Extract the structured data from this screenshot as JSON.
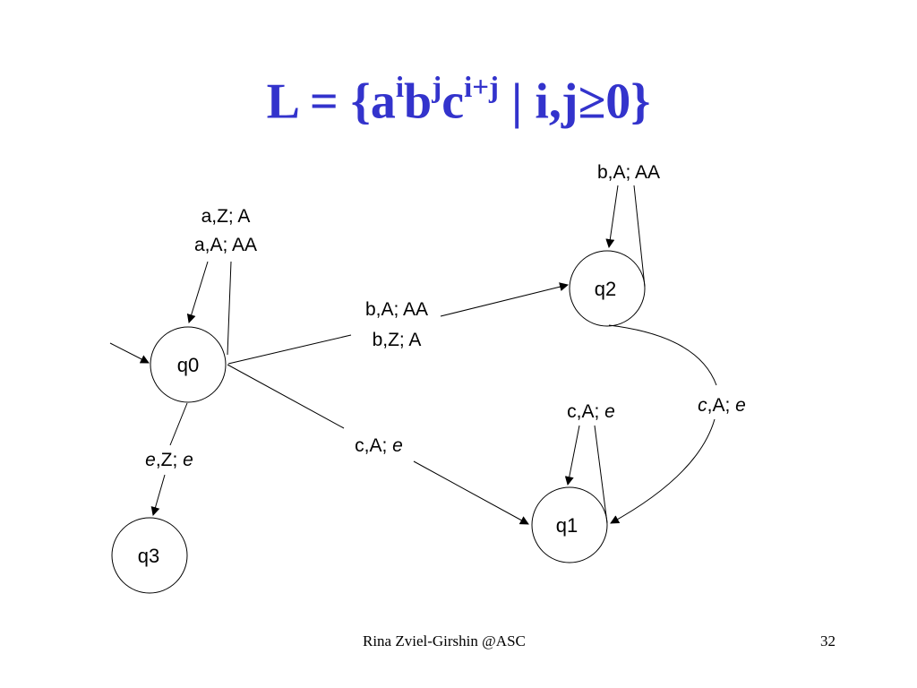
{
  "title": {
    "main": "L = {a",
    "sup1": "i",
    "base2": "b",
    "sup2": "j",
    "base3": "c",
    "sup3": "i+j",
    "tail": " | i,j≥0}"
  },
  "states": {
    "q0": "q0",
    "q1": "q1",
    "q2": "q2",
    "q3": "q3"
  },
  "transitions": {
    "q0_loop_line1": "a,Z; A",
    "q0_loop_line2": "a,A; AA",
    "q0_q2_line1": "b,A; AA",
    "q0_q2_line2": "b,Z; A",
    "q2_loop": "b,A; AA",
    "q2_q1_italic": "c",
    "q2_q1_rest": ",A; ",
    "q2_q1_italic2": "e",
    "q1_loop_pre": "c,A; ",
    "q1_loop_italic": "e",
    "q0_q1_pre": "c,A; ",
    "q0_q1_italic": "e",
    "q0_q3_italic": "e",
    "q0_q3_mid": ",Z; ",
    "q0_q3_italic2": "e"
  },
  "footer": {
    "author": "Rina Zviel-Girshin  @ASC",
    "page": "32"
  }
}
